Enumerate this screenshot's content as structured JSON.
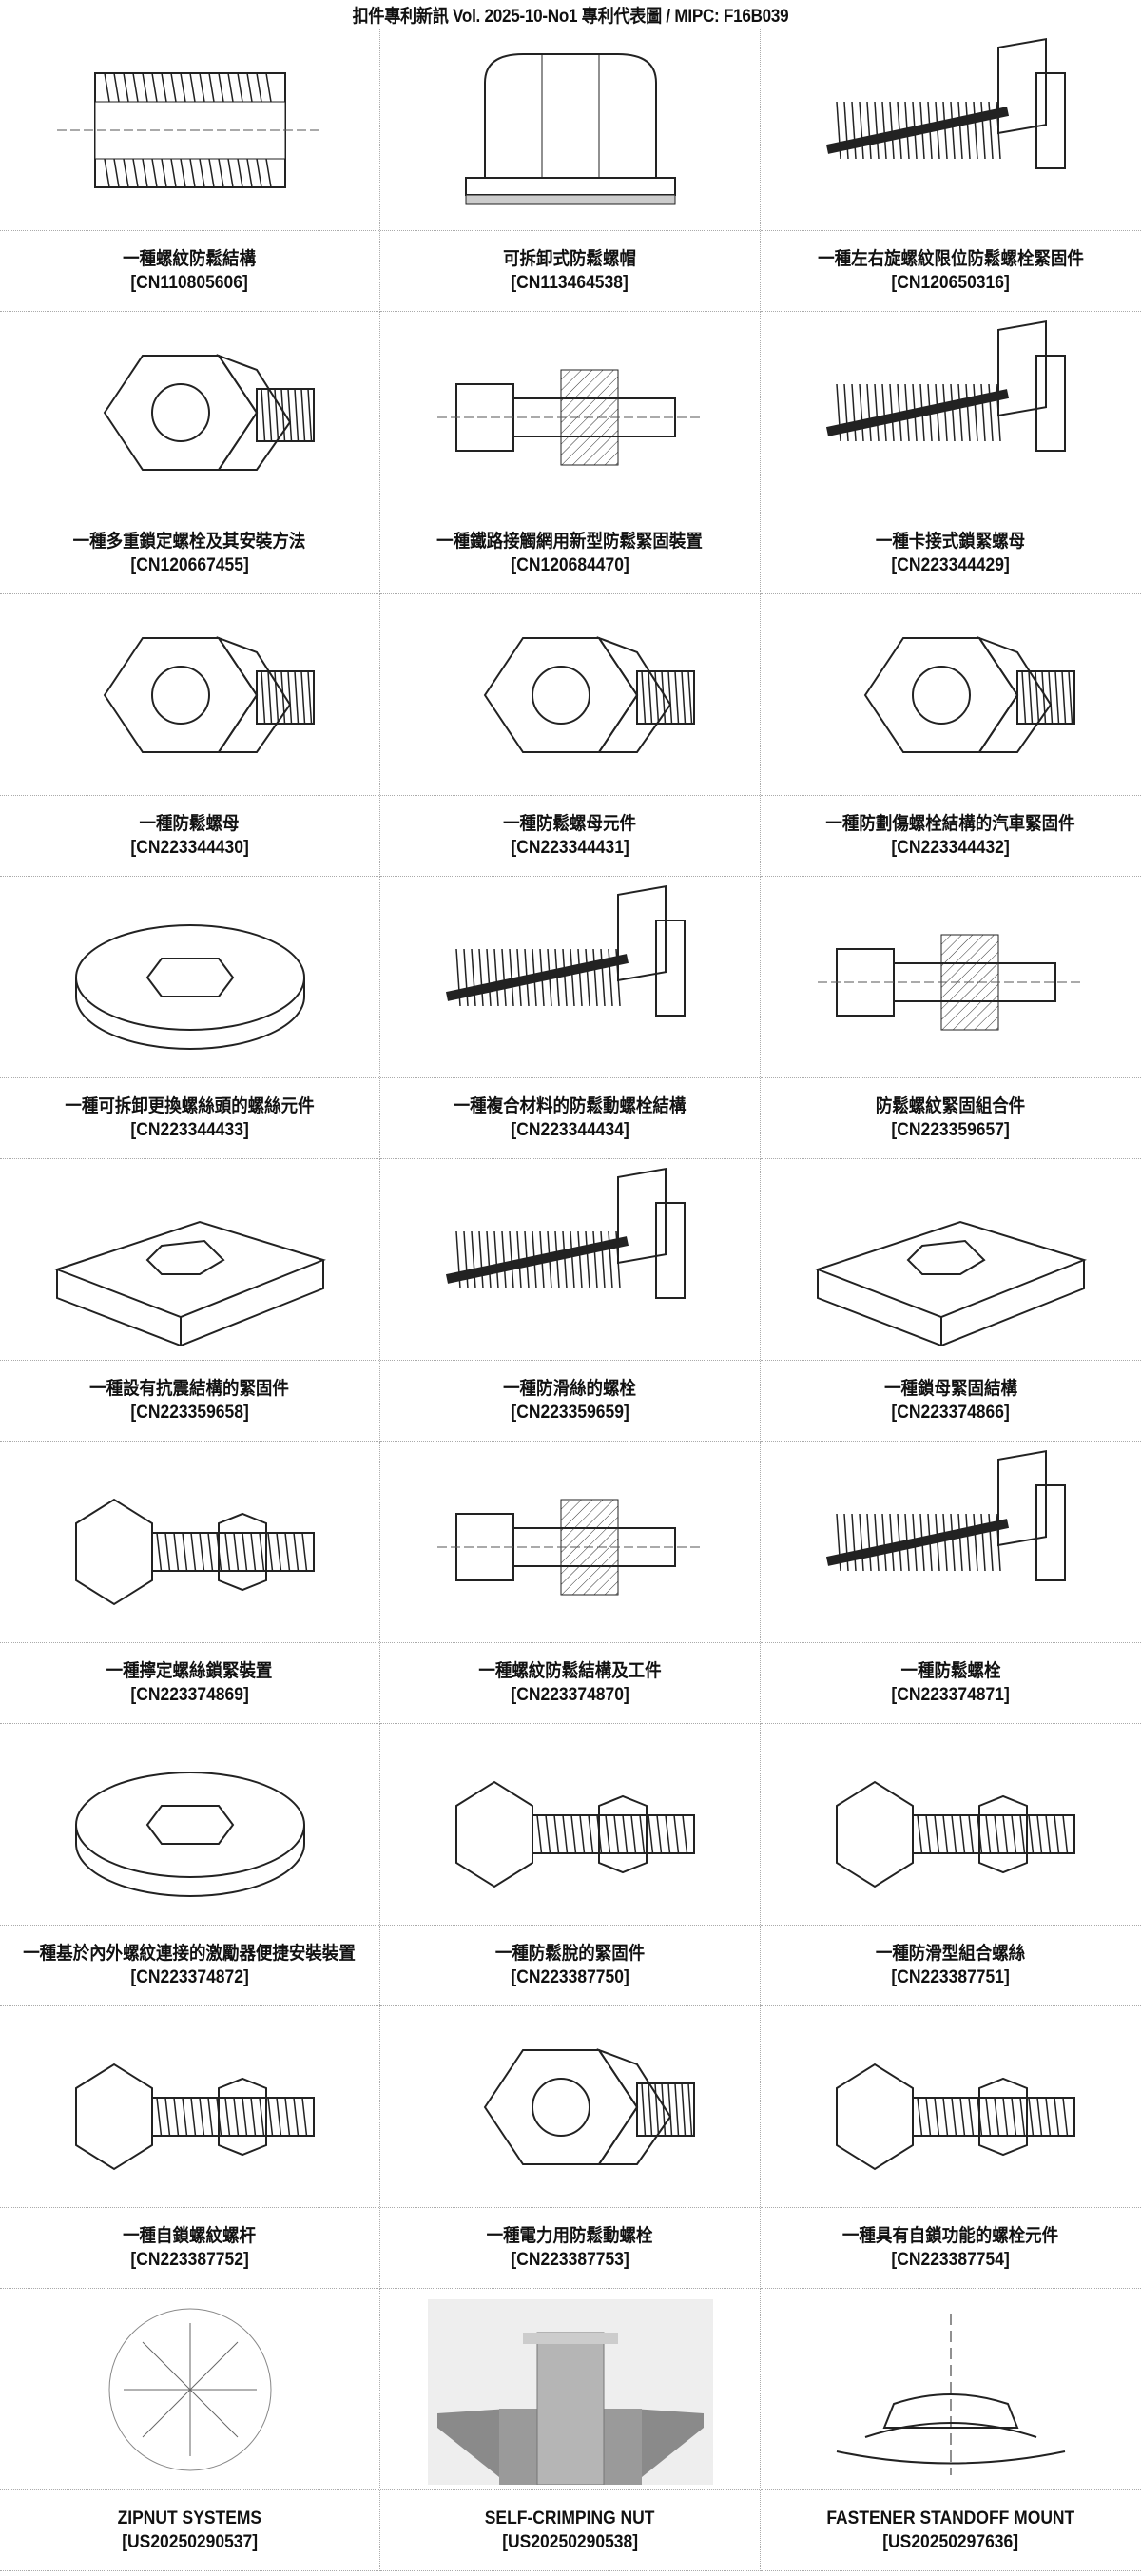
{
  "header": {
    "title": "扣件專利新訊  Vol. 2025-10-No1  專利代表圖  /  MIPC:  F16B039"
  },
  "items": [
    {
      "title": "一種螺紋防鬆結構",
      "number": "[CN110805606]",
      "drawing": "section"
    },
    {
      "title": "可拆卸式防鬆螺帽",
      "number": "[CN113464538]",
      "drawing": "cap-nut"
    },
    {
      "title": "一種左右旋螺紋限位防鬆螺栓緊固件",
      "number": "[CN120650316]",
      "drawing": "threaded-rod"
    },
    {
      "title": "一種多重鎖定螺栓及其安裝方法",
      "number": "[CN120667455]",
      "drawing": "nut-3d"
    },
    {
      "title": "一種鐵路接觸網用新型防鬆緊固裝置",
      "number": "[CN120684470]",
      "drawing": "bolt-section"
    },
    {
      "title": "一種卡接式鎖緊螺母",
      "number": "[CN223344429]",
      "drawing": "threaded-rod"
    },
    {
      "title": "一種防鬆螺母",
      "number": "[CN223344430]",
      "drawing": "nut-3d"
    },
    {
      "title": "一種防鬆螺母元件",
      "number": "[CN223344431]",
      "drawing": "nut-3d"
    },
    {
      "title": "一種防劃傷螺栓結構的汽車緊固件",
      "number": "[CN223344432]",
      "drawing": "nut-3d"
    },
    {
      "title": "一種可拆卸更換螺絲頭的螺絲元件",
      "number": "[CN223344433]",
      "drawing": "washer"
    },
    {
      "title": "一種複合材料的防鬆動螺栓結構",
      "number": "[CN223344434]",
      "drawing": "threaded-rod"
    },
    {
      "title": "防鬆螺紋緊固組合件",
      "number": "[CN223359657]",
      "drawing": "bolt-section"
    },
    {
      "title": "一種設有抗震結構的緊固件",
      "number": "[CN223359658]",
      "drawing": "plate"
    },
    {
      "title": "一種防滑絲的螺栓",
      "number": "[CN223359659]",
      "drawing": "threaded-rod"
    },
    {
      "title": "一種鎖母緊固結構",
      "number": "[CN223374866]",
      "drawing": "plate"
    },
    {
      "title": "一種擰定螺絲鎖緊裝置",
      "number": "[CN223374869]",
      "drawing": "hex-bolt"
    },
    {
      "title": "一種螺紋防鬆結構及工件",
      "number": "[CN223374870]",
      "drawing": "bolt-section"
    },
    {
      "title": "一種防鬆螺栓",
      "number": "[CN223374871]",
      "drawing": "threaded-rod"
    },
    {
      "title": "一種基於內外螺紋連接的激勵器便捷安裝裝置",
      "number": "[CN223374872]",
      "drawing": "washer"
    },
    {
      "title": "一種防鬆脫的緊固件",
      "number": "[CN223387750]",
      "drawing": "hex-bolt"
    },
    {
      "title": "一種防滑型組合螺絲",
      "number": "[CN223387751]",
      "drawing": "hex-bolt"
    },
    {
      "title": "一種自鎖螺紋螺杆",
      "number": "[CN223387752]",
      "drawing": "hex-bolt"
    },
    {
      "title": "一種電力用防鬆動螺栓",
      "number": "[CN223387753]",
      "drawing": "nut-3d"
    },
    {
      "title": "一種具有自鎖功能的螺栓元件",
      "number": "[CN223387754]",
      "drawing": "hex-bolt"
    },
    {
      "title": "ZIPNUT SYSTEMS",
      "number": "[US20250290537]",
      "drawing": "radial"
    },
    {
      "title": "SELF-CRIMPING NUT",
      "number": "[US20250290538]",
      "drawing": "render"
    },
    {
      "title": "FASTENER STANDOFF MOUNT",
      "number": "[US20250297636]",
      "drawing": "standoff"
    }
  ]
}
